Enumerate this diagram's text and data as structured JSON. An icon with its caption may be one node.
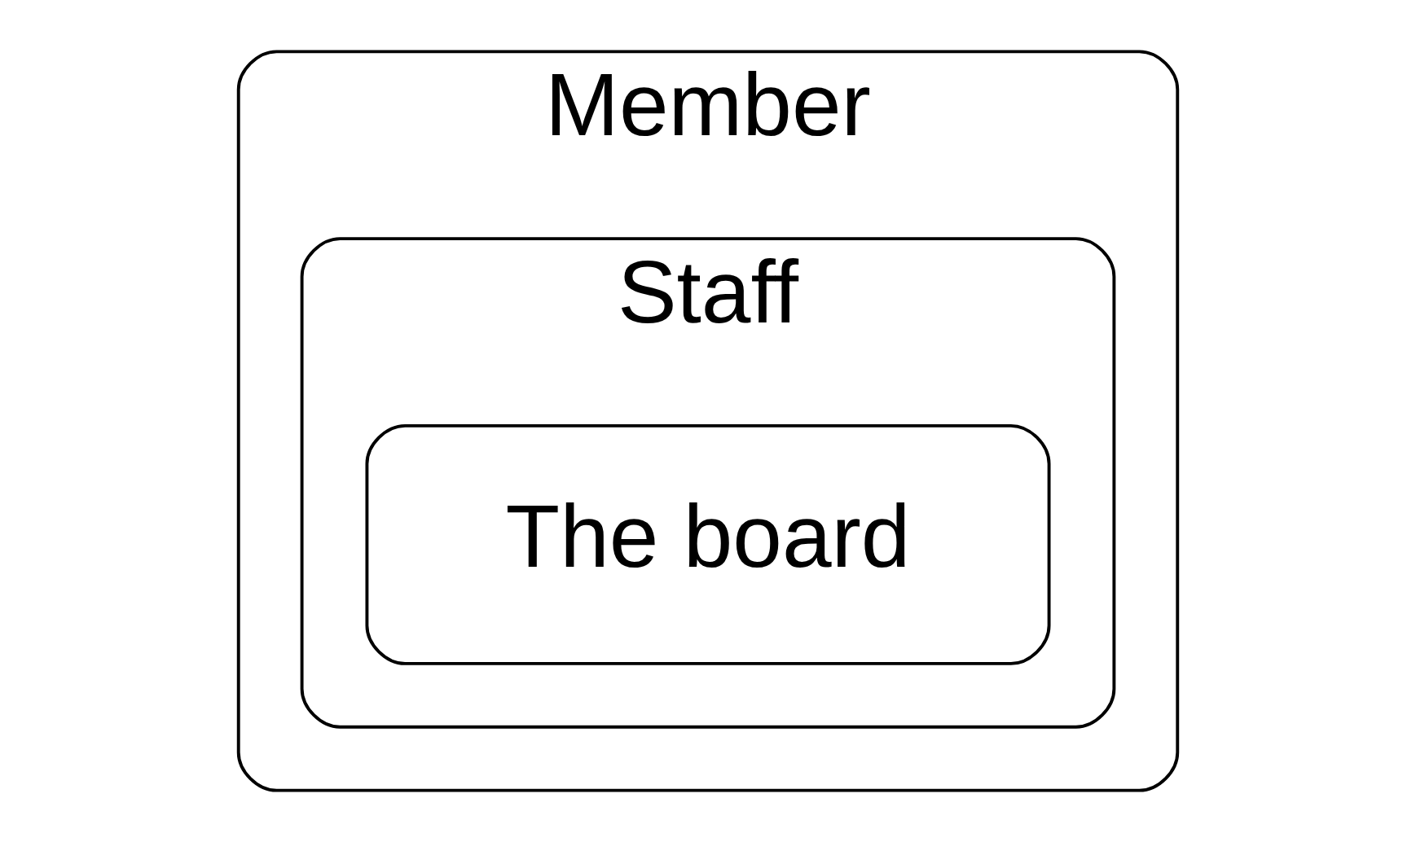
{
  "diagram": {
    "nodes": [
      {
        "text": [
          "Member"
        ]
      },
      {
        "text": [
          "Staff"
        ],
        "in": 0
      },
      {
        "text": [
          "The board"
        ],
        "in": 1
      }
    ]
  }
}
